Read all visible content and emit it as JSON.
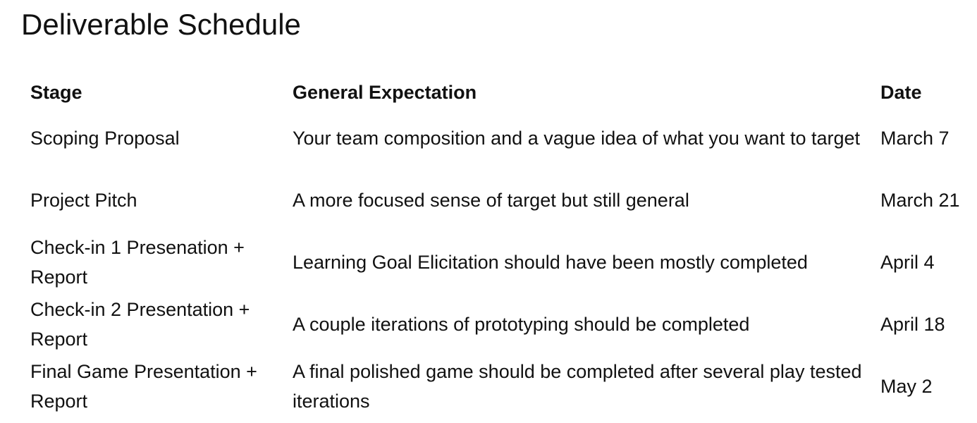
{
  "page": {
    "title": "Deliverable Schedule"
  },
  "table": {
    "headers": {
      "stage": "Stage",
      "expectation": "General Expectation",
      "date": "Date"
    },
    "rows": [
      {
        "stage": "Scoping Proposal",
        "expectation": "Your team composition and a vague idea of what you want to target",
        "date": "March 7"
      },
      {
        "stage": "Project Pitch",
        "expectation": "A more focused sense of target but still general",
        "date": "March 21"
      },
      {
        "stage": "Check-in 1 Presenation + Report",
        "expectation": "Learning Goal Elicitation should have been mostly completed",
        "date": "April 4"
      },
      {
        "stage": "Check-in 2 Presentation + Report",
        "expectation": "A couple iterations of prototyping should be completed",
        "date": "April 18"
      },
      {
        "stage": "Final Game Presentation + Report",
        "expectation": "A final polished game should be completed after several play tested iterations",
        "date": "May 2"
      }
    ]
  }
}
